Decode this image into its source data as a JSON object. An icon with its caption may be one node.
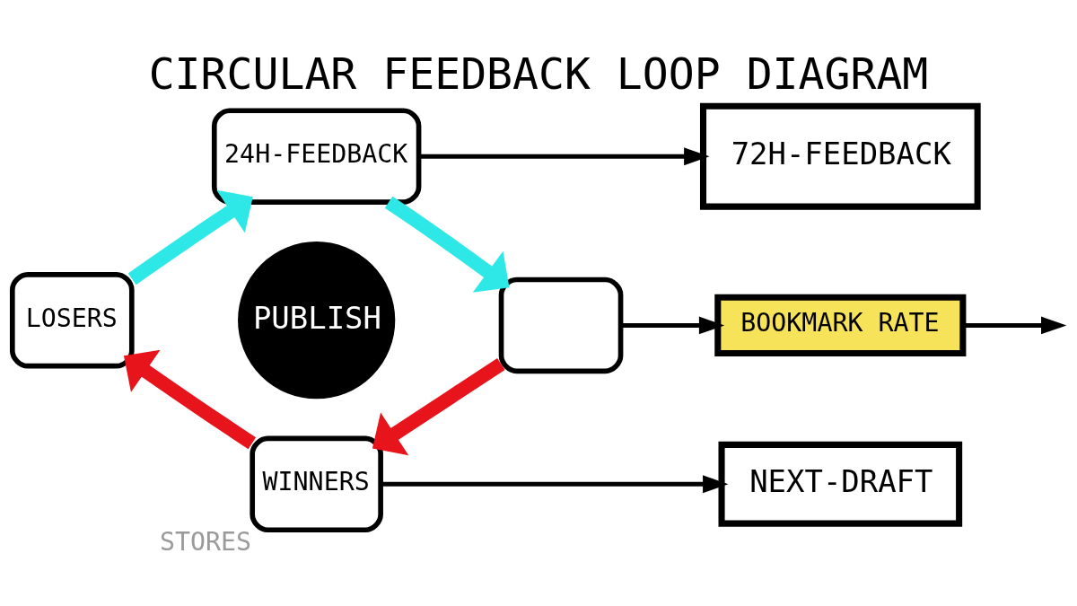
{
  "diagram": {
    "title": "CIRCULAR FEEDBACK LOOP DIAGRAM",
    "nodes": [
      {
        "text": [
          "24H-FEEDBACK"
        ]
      },
      {
        "text": [
          "72H-FEEDBACK"
        ]
      },
      {
        "text": [
          "LOSERS"
        ]
      },
      {
        "text": [
          "PUBLISH"
        ]
      },
      {
        "text": [],
        "shape": "box"
      },
      {
        "text": [
          "BOOKMARK RATE"
        ]
      },
      {
        "text": [
          "WINNERS"
        ],
        "beside": [
          "STORES"
        ]
      },
      {
        "text": [
          "NEXT-DRAFT"
        ]
      }
    ],
    "edges": [
      {
        "from": 2,
        "to": 0,
        "arrow": "to",
        "style": "thick",
        "color": "#2ee8e8"
      },
      {
        "from": 0,
        "to": 4,
        "arrow": "to",
        "style": "thick",
        "color": "#2ee8e8"
      },
      {
        "from": 4,
        "to": 6,
        "arrow": "to",
        "style": "thick",
        "color": "#e8141c"
      },
      {
        "from": 6,
        "to": 2,
        "arrow": "to",
        "style": "thick",
        "color": "#e8141c"
      },
      {
        "from": 0,
        "to": 1,
        "arrow": "to"
      },
      {
        "from": 4,
        "to": 5,
        "arrow": "to"
      },
      {
        "from": 5,
        "to": null,
        "arrow": "to"
      },
      {
        "from": 6,
        "to": 7,
        "arrow": "to"
      }
    ]
  }
}
